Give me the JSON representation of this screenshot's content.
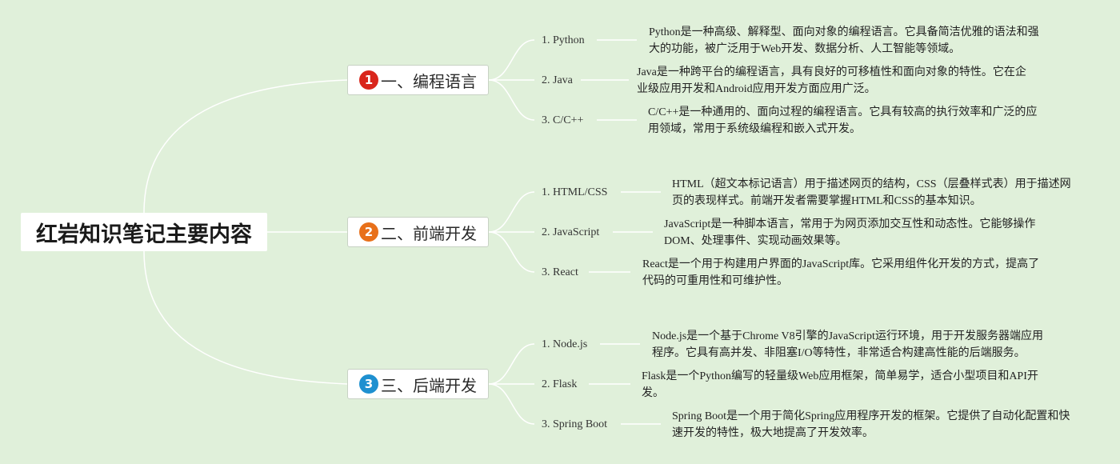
{
  "root": {
    "title": "红岩知识笔记主要内容"
  },
  "branches": [
    {
      "badge": "1",
      "badge_color": "#d9261c",
      "title": "一、编程语言",
      "items": [
        {
          "label": "1. Python",
          "desc": "Python是一种高级、解释型、面向对象的编程语言。它具备简洁优雅的语法和强大的功能，被广泛用于Web开发、数据分析、人工智能等领域。"
        },
        {
          "label": "2. Java",
          "desc": "Java是一种跨平台的编程语言，具有良好的可移植性和面向对象的特性。它在企业级应用开发和Android应用开发方面应用广泛。"
        },
        {
          "label": "3. C/C++",
          "desc": "C/C++是一种通用的、面向过程的编程语言。它具有较高的执行效率和广泛的应用领域，常用于系统级编程和嵌入式开发。"
        }
      ]
    },
    {
      "badge": "2",
      "badge_color": "#e8701a",
      "title": "二、前端开发",
      "items": [
        {
          "label": "1. HTML/CSS",
          "desc": "HTML（超文本标记语言）用于描述网页的结构，CSS（层叠样式表）用于描述网页的表现样式。前端开发者需要掌握HTML和CSS的基本知识。"
        },
        {
          "label": "2. JavaScript",
          "desc": "JavaScript是一种脚本语言，常用于为网页添加交互性和动态性。它能够操作DOM、处理事件、实现动画效果等。"
        },
        {
          "label": "3. React",
          "desc": "React是一个用于构建用户界面的JavaScript库。它采用组件化开发的方式，提高了代码的可重用性和可维护性。"
        }
      ]
    },
    {
      "badge": "3",
      "badge_color": "#1e90d0",
      "title": "三、后端开发",
      "items": [
        {
          "label": "1. Node.js",
          "desc": "Node.js是一个基于Chrome V8引擎的JavaScript运行环境，用于开发服务器端应用程序。它具有高并发、非阻塞I/O等特性，非常适合构建高性能的后端服务。"
        },
        {
          "label": "2. Flask",
          "desc": "Flask是一个Python编写的轻量级Web应用框架，简单易学，适合小型项目和API开发。"
        },
        {
          "label": "3. Spring Boot",
          "desc": "Spring Boot是一个用于简化Spring应用程序开发的框架。它提供了自动化配置和快速开发的特性，极大地提高了开发效率。"
        }
      ]
    }
  ]
}
